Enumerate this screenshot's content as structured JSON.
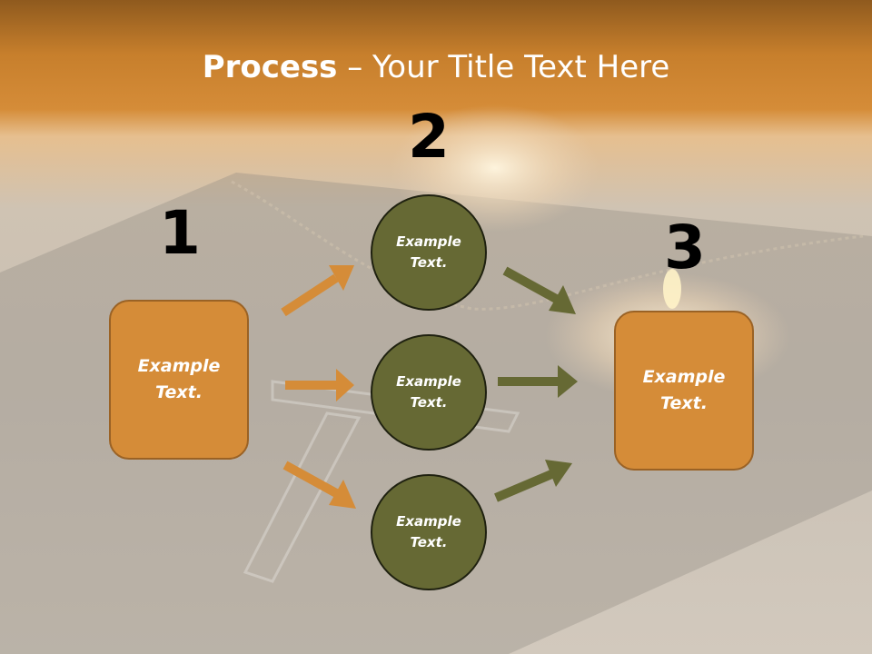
{
  "title": {
    "bold": "Process",
    "rest": " – Your Title Text Here"
  },
  "steps": [
    {
      "number": "1",
      "text": "Example\nText."
    },
    {
      "number": "2",
      "nodes": [
        "Example\nText.",
        "Example\nText.",
        "Example\nText."
      ]
    },
    {
      "number": "3",
      "text": "Example\nText."
    }
  ],
  "colors": {
    "orange": "#d58c38",
    "olive": "#666934",
    "header": "#c77f2c"
  }
}
